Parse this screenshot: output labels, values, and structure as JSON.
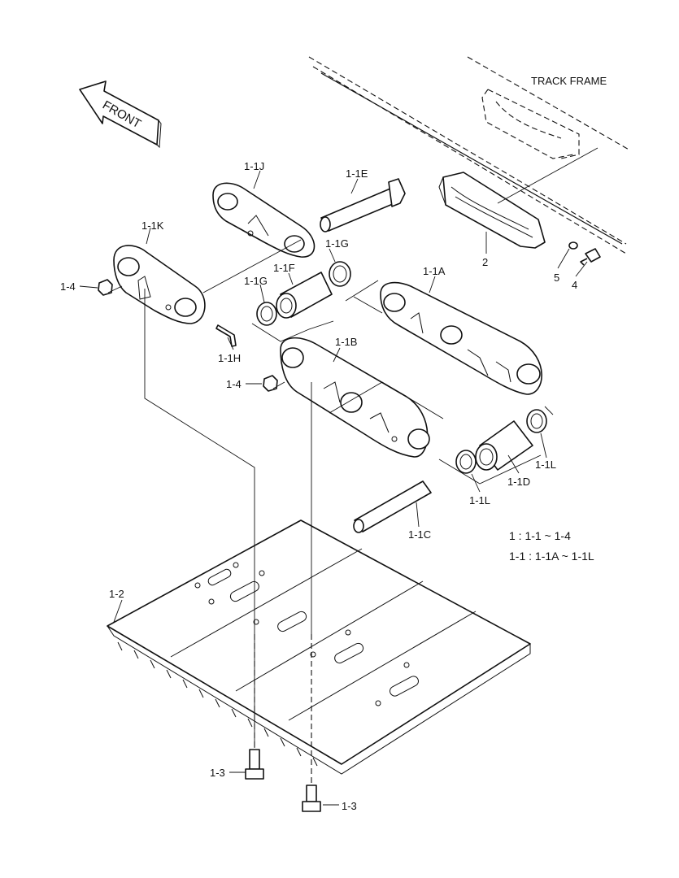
{
  "labels": {
    "track_frame": "TRACK FRAME",
    "front": "FRONT",
    "p_1_1J": "1-1J",
    "p_1_1E": "1-1E",
    "p_1_1K": "1-1K",
    "p_1_1G_top": "1-1G",
    "p_1_1F": "1-1F",
    "p_1_1G_left": "1-1G",
    "p_1_1A": "1-1A",
    "p_1_4_top": "1-4",
    "p_1_1H": "1-1H",
    "p_1_1B": "1-1B",
    "p_1_4_mid": "1-4",
    "p_2": "2",
    "p_5": "5",
    "p_4": "4",
    "p_1_1L_right": "1-1L",
    "p_1_1D": "1-1D",
    "p_1_1L_left": "1-1L",
    "p_1_1C": "1-1C",
    "p_1_2": "1-2",
    "p_1_3_left": "1-3",
    "p_1_3_right": "1-3"
  },
  "notes": {
    "line1": "1 : 1-1 ~ 1-4",
    "line2": "1-1 : 1-1A ~ 1-1L"
  }
}
